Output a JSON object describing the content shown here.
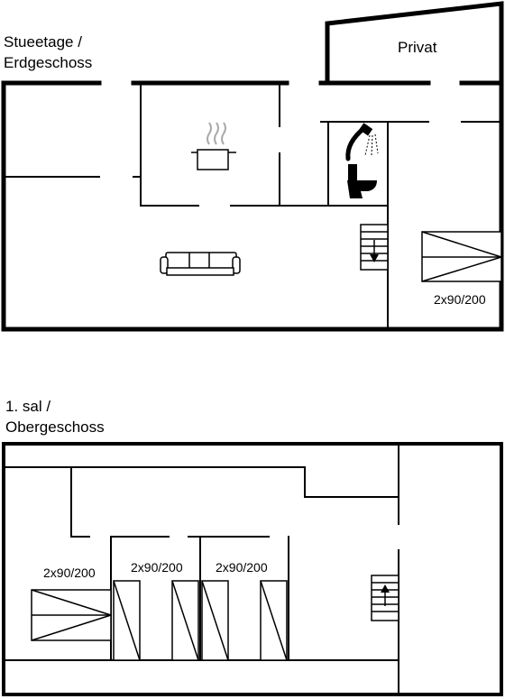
{
  "ground_floor": {
    "title_line1": "Stueetage /",
    "title_line2": "Erdgeschoss",
    "private_label": "Privat",
    "bed_label": "2x90/200",
    "icons": [
      "cooking-pot-icon",
      "shower-icon",
      "toilet-icon",
      "sofa-icon",
      "stairs-down-icon",
      "single-bed-icon"
    ]
  },
  "first_floor": {
    "title_line1": "1. sal /",
    "title_line2": "Obergeschoss",
    "bed_labels": [
      "2x90/200",
      "2x90/200",
      "2x90/200"
    ],
    "icons": [
      "stairs-up-icon",
      "single-bed-icon",
      "twin-bed-icon"
    ]
  },
  "colors": {
    "walls": "#000000",
    "background": "#ffffff"
  }
}
